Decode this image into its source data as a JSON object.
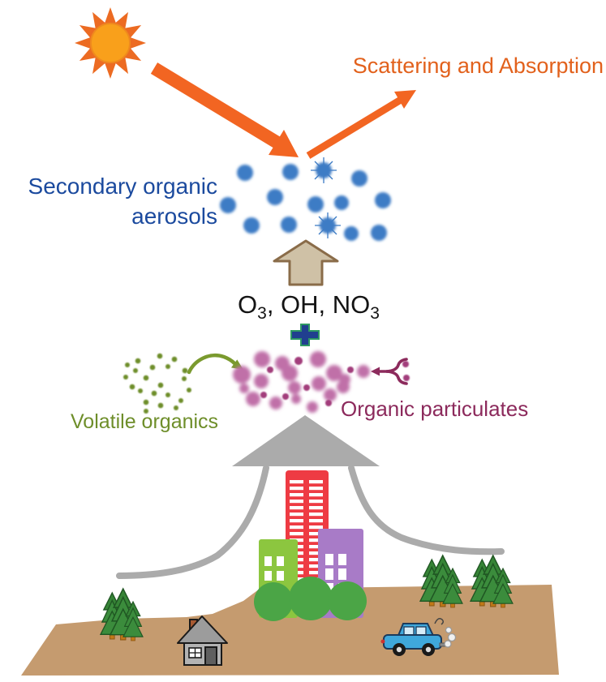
{
  "figure": {
    "labels": {
      "scattering_absorption": "Scattering and Absorption",
      "soa_line1": "Secondary organic",
      "soa_line2": "aerosols",
      "oxidants": {
        "seg1": "O",
        "sub1": "3",
        "seg2": ", OH, NO",
        "sub2": "3"
      },
      "plus": "+",
      "volatile_organics": "Volatile organics",
      "organic_particulates": "Organic particulates"
    },
    "colors": {
      "scattering_text": "#E2611C",
      "soa_text": "#1B4A9E",
      "oxidants_text": "#141414",
      "volatile_text": "#6E8E2A",
      "particulates_text": "#8C2A5C",
      "sun_core": "#F9A01B",
      "sun_rays": "#EC6B22",
      "light_arrow": "#F26522",
      "aerosol_dots": "#3C7BC5",
      "voc_dots": "#6E8E2A",
      "particulate_dots_large": "#C06FA8",
      "particulate_dots_small": "#A23C7C",
      "up_arrow_fill": "#CFC1A6",
      "up_arrow_border": "#8A6C49",
      "plus_outer": "#2E9863",
      "plus_inner": "#203F8F",
      "reaction_arrow": "#7A9A2E",
      "city_plume_gray": "#ABABAB",
      "ground": "#C59B6F",
      "building_red": "#EE3B43",
      "building_green": "#8CC63F",
      "building_purple": "#A87BC7",
      "bushes": "#4BA546",
      "car_blue": "#3FA8DC"
    },
    "icons": {
      "sun-icon": "12-point orange star sun",
      "sunlight-arrow-icon": "thick orange arrow from sun to aerosols",
      "scattered-light-arrow-icon": "orange arrow reflecting up-right",
      "aerosol-dots-icon": "cluster of fuzzy blue particles",
      "up-arrow-icon": "tan upward block arrow",
      "plus-icon": "green/navy plus sign",
      "voc-dots-icon": "cluster of small olive dots",
      "reaction-arrow-icon": "olive curved arrow",
      "particulate-dots-icon": "cluster of fuzzy pink particles",
      "brace-arrow-icon": "maroon forked left arrow with dots",
      "city-plume-icon": "gray triangle with curved plume lines",
      "buildings-icon": "red, green and purple towers",
      "house-icon": "gray house with chimney",
      "car-icon": "blue car with exhaust puffs",
      "pine-trees-icon": "clusters of pine trees",
      "ground-icon": "tan ground platform"
    }
  }
}
